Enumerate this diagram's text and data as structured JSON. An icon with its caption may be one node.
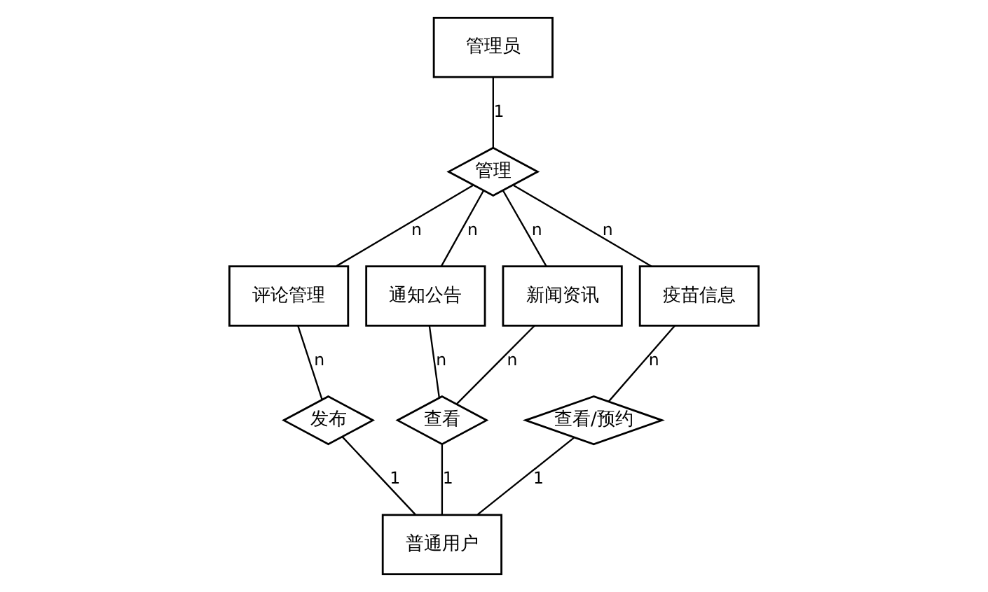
{
  "diagram": {
    "nodes": [
      {
        "text": [
          "管理员"
        ]
      },
      {
        "text": [
          "管理"
        ]
      },
      {
        "text": [
          "评论管理"
        ]
      },
      {
        "text": [
          "通知公告"
        ]
      },
      {
        "text": [
          "新闻资讯"
        ]
      },
      {
        "text": [
          "疫苗信息"
        ]
      },
      {
        "text": [
          "发布"
        ]
      },
      {
        "text": [
          "查看"
        ]
      },
      {
        "text": [
          "查看/预约"
        ]
      },
      {
        "text": [
          "普通用户"
        ]
      }
    ],
    "edges": [
      {
        "from": 0,
        "to": 1,
        "arrow": "none",
        "label": "1"
      },
      {
        "from": 1,
        "to": 2,
        "arrow": "none",
        "label": "n"
      },
      {
        "from": 1,
        "to": 3,
        "arrow": "none",
        "label": "n"
      },
      {
        "from": 1,
        "to": 4,
        "arrow": "none",
        "label": "n"
      },
      {
        "from": 1,
        "to": 5,
        "arrow": "none",
        "label": "n"
      },
      {
        "from": 2,
        "to": 6,
        "arrow": "none",
        "label": "n"
      },
      {
        "from": 3,
        "to": 7,
        "arrow": "none",
        "label": "n"
      },
      {
        "from": 4,
        "to": 7,
        "arrow": "none",
        "label": "n"
      },
      {
        "from": 5,
        "to": 8,
        "arrow": "none",
        "label": "n"
      },
      {
        "from": 6,
        "to": 9,
        "arrow": "none",
        "label": "1"
      },
      {
        "from": 7,
        "to": 9,
        "arrow": "none",
        "label": "1"
      },
      {
        "from": 8,
        "to": 9,
        "arrow": "none",
        "label": "1"
      }
    ]
  }
}
